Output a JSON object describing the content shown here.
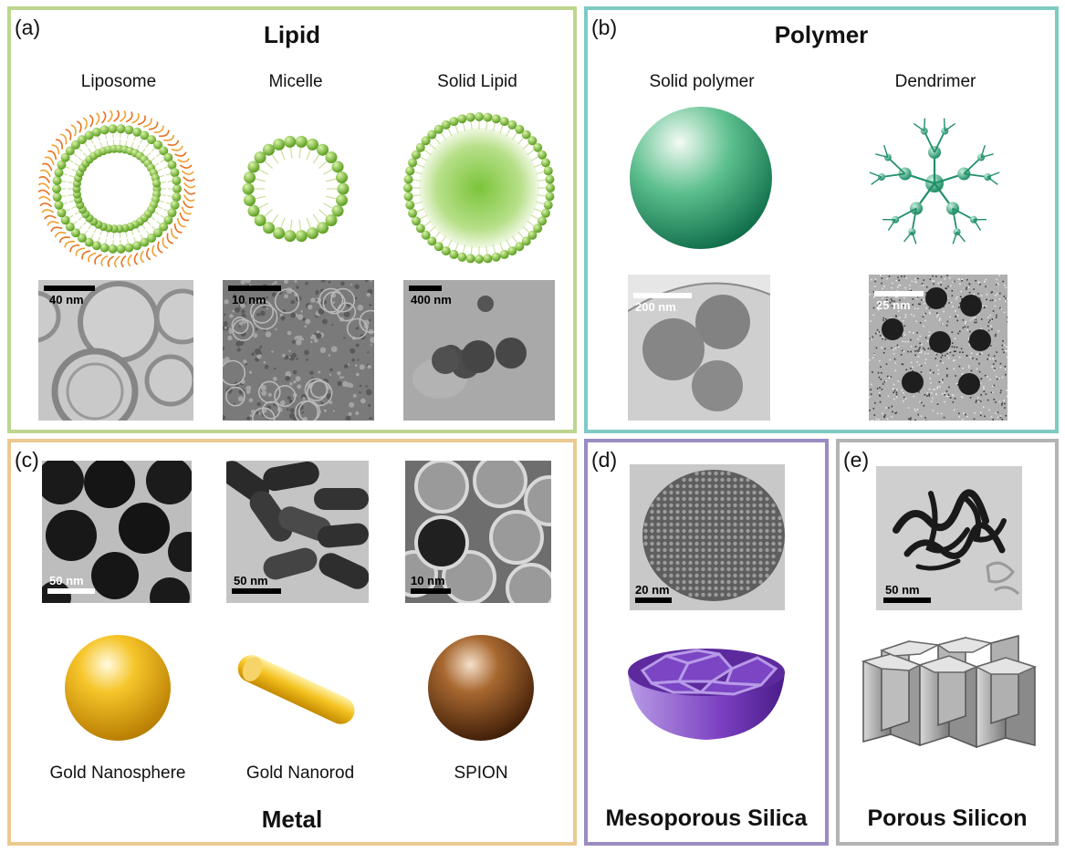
{
  "colors": {
    "lipid_border": "#bcd68f",
    "polymer_border": "#7fcac4",
    "metal_border": "#ecc98f",
    "mesoporous_border": "#9a8cc3",
    "porous_silicon_border": "#b3b3b3",
    "lipid_green": "#6cb42a",
    "polymer_teal": "#1f9a6a",
    "gold": "#e8a80a",
    "spion_brown": "#7a4519",
    "silica_purple": "#6a2fa8",
    "silicon_gray": "#8c8c8c"
  },
  "panels": {
    "lipid": {
      "label": "(a)",
      "title": "Lipid",
      "items": [
        {
          "name": "Liposome",
          "scale": "40 nm",
          "icon": "liposome-icon"
        },
        {
          "name": "Micelle",
          "scale": "10 nm",
          "icon": "micelle-icon"
        },
        {
          "name": "Solid Lipid",
          "scale": "400 nm",
          "icon": "solid-lipid-icon"
        }
      ]
    },
    "polymer": {
      "label": "(b)",
      "title": "Polymer",
      "items": [
        {
          "name": "Solid polymer",
          "scale": "200 nm",
          "icon": "polymer-sphere-icon"
        },
        {
          "name": "Dendrimer",
          "scale": "25 nm",
          "icon": "dendrimer-icon"
        }
      ]
    },
    "metal": {
      "label": "(c)",
      "title": "Metal",
      "items": [
        {
          "name": "Gold Nanosphere",
          "scale": "50 nm",
          "icon": "gold-sphere-icon"
        },
        {
          "name": "Gold Nanorod",
          "scale": "50 nm",
          "icon": "gold-rod-icon"
        },
        {
          "name": "SPION",
          "scale": "10 nm",
          "icon": "spion-sphere-icon"
        }
      ]
    },
    "mesoporous": {
      "label": "(d)",
      "title": "Mesoporous Silica",
      "scale": "20 nm",
      "icon": "mesoporous-hemisphere-icon"
    },
    "porous_silicon": {
      "label": "(e)",
      "title": "Porous Silicon",
      "scale": "50 nm",
      "icon": "porous-silicon-honeycomb-icon"
    }
  }
}
